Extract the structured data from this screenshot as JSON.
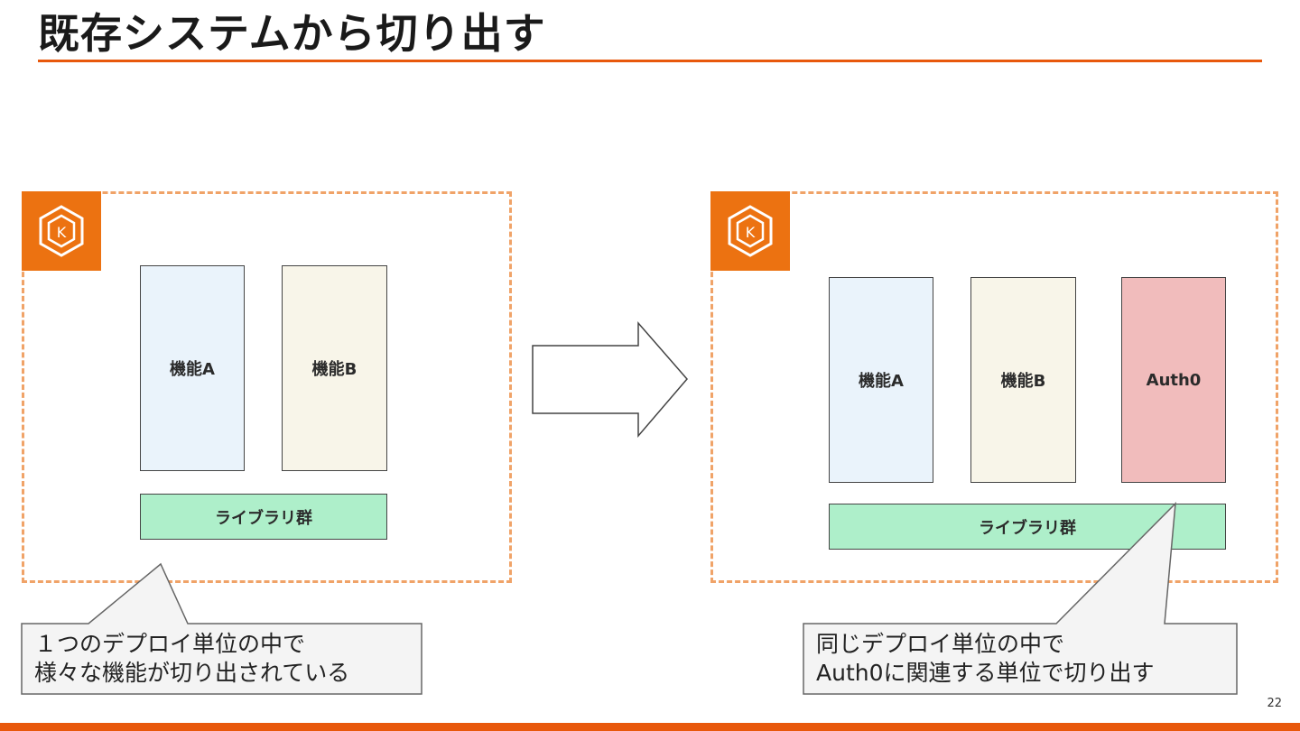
{
  "slide": {
    "title": "既存システムから切り出す",
    "page_number": "22"
  },
  "left_cluster": {
    "badge_icon": "kubernetes-eks-icon",
    "feature_a": "機能A",
    "feature_b": "機能B",
    "library": "ライブラリ群",
    "callout_line1": "１つのデプロイ単位の中で",
    "callout_line2": "様々な機能が切り出されている"
  },
  "arrow_icon": "right-arrow-icon",
  "right_cluster": {
    "badge_icon": "kubernetes-eks-icon",
    "feature_a": "機能A",
    "feature_b": "機能B",
    "auth": "Auth0",
    "library": "ライブラリ群",
    "callout_line1": "同じデプロイ単位の中で",
    "callout_line2": "Auth0に関連する単位で切り出す"
  },
  "colors": {
    "accent_orange": "#e8580c",
    "badge_orange": "#ec7211",
    "dashed_border": "#f0a368",
    "feature_a_fill": "#eaf3fb",
    "feature_b_fill": "#f8f5e9",
    "auth_fill": "#f1bcbc",
    "library_fill": "#aeefca",
    "callout_fill": "#f4f4f4"
  }
}
